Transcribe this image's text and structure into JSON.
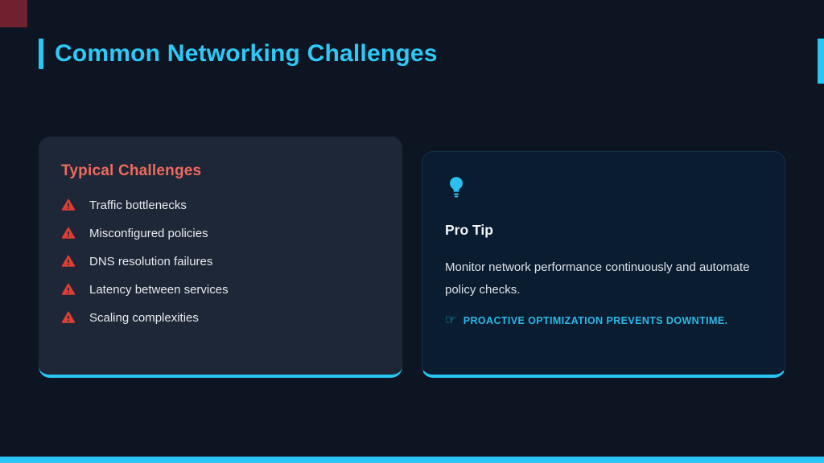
{
  "header": {
    "title": "Common Networking Challenges"
  },
  "challenges_card": {
    "title": "Typical Challenges",
    "items": [
      "Traffic bottlenecks",
      "Misconfigured policies",
      "DNS resolution failures",
      "Latency between services",
      "Scaling complexities"
    ]
  },
  "protip_card": {
    "title": "Pro Tip",
    "body": "Monitor network performance continuously and automate policy checks.",
    "hand_icon": "☞",
    "callout": "PROACTIVE OPTIMIZATION PREVENTS DOWNTIME."
  },
  "colors": {
    "background": "#0d1522",
    "accent_cyan": "#29c6f5",
    "card_title_coral": "#f06a5e",
    "warning_red": "#e23c33",
    "challenges_card_bg": "#1e2737",
    "protip_card_bg": "#0a1c30",
    "corner_square_maroon": "#6f2130"
  }
}
